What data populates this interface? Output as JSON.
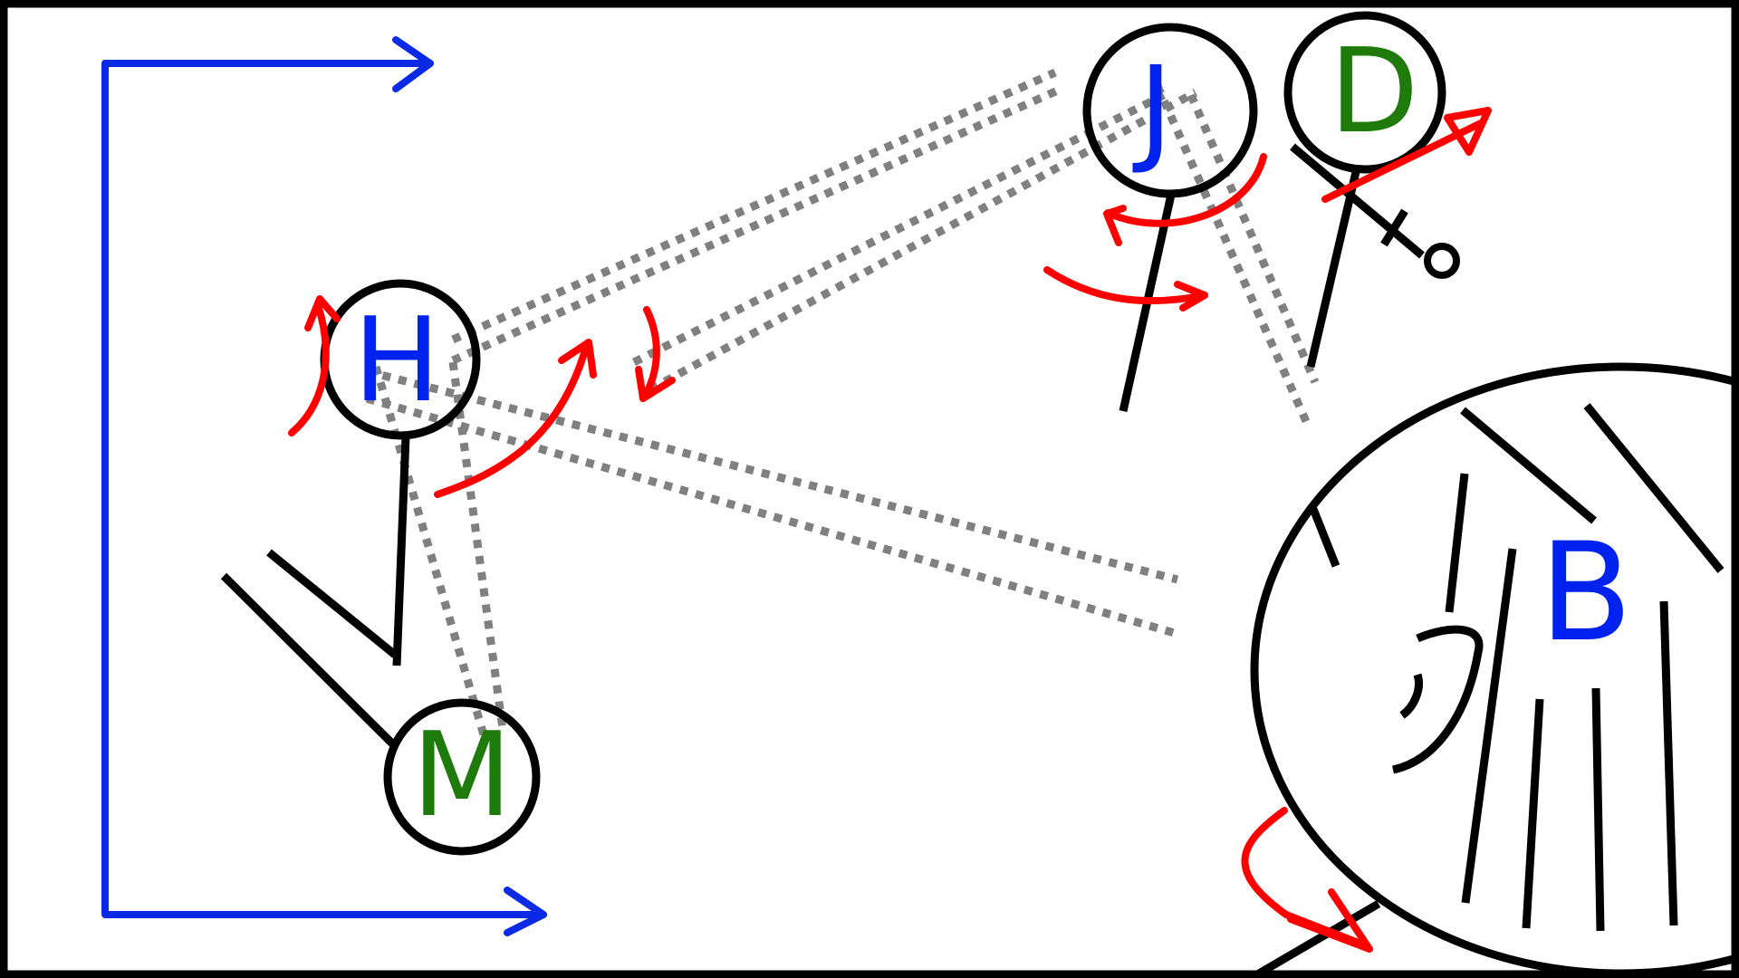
{
  "diagram": {
    "nodes": [
      {
        "id": "H",
        "label": "H",
        "color": "#0022ee"
      },
      {
        "id": "M",
        "label": "M",
        "color": "#1e7a0a"
      },
      {
        "id": "J",
        "label": "J",
        "color": "#0022ee"
      },
      {
        "id": "D",
        "label": "D",
        "color": "#1e7a0a"
      },
      {
        "id": "B",
        "label": "B",
        "color": "#0022ee"
      }
    ],
    "colors": {
      "frame": "#000000",
      "bracket": "#0a2ae6",
      "red_arrow": "#ff0000",
      "dotted_link": "#808080"
    }
  }
}
